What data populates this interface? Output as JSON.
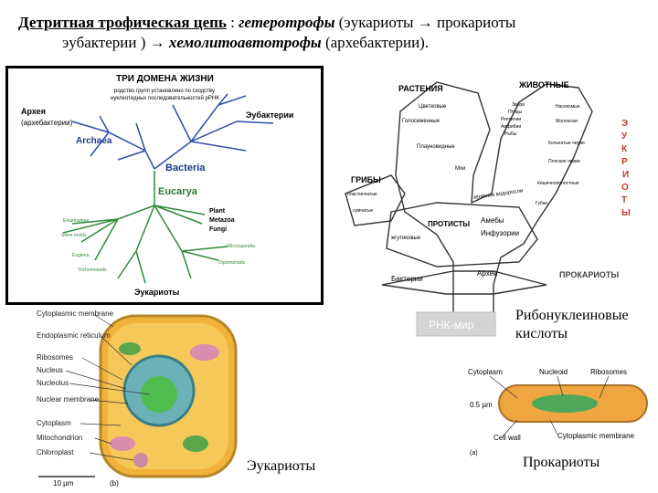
{
  "heading": {
    "part1": "Детритная трофическая цепь",
    "part2": " : ",
    "part3": "гетеротрофы",
    "part4": " (эукариоты → прокариоты",
    "part5": "эубактерии ) → ",
    "part6": "хемолитоавтотрофы",
    "part7": " (архебактерии)."
  },
  "tree_panel": {
    "title": "ТРИ ДОМЕНА ЖИЗНИ",
    "subtitle_1": "родство групп установлено по сходству",
    "subtitle_2": "нуклеотидных последовательностей рРНК",
    "archaea_ru": "Архея",
    "archaea_ru_2": "(архебактерии)",
    "archaea": "Archaea",
    "bacteria_ru": "Эубактерии",
    "bacteria": "Bacteria",
    "eucarya": "Eucarya",
    "eukaryotes_ru": "Эукариоты",
    "plant": "Plant",
    "metazoa": "Metazoa",
    "fungi": "Fungi"
  },
  "life_tree": {
    "plants": "РАСТЕНИЯ",
    "animals": "ЖИВОТНЫЕ",
    "fungi": "ГРИБЫ",
    "protists": "ПРОТИСТЫ",
    "bacteria": "Бактерии",
    "archaea": "Археи",
    "amoebae": "Амебы",
    "infusoria": "Инфузории",
    "rna_world": "РНК-мир",
    "prokaryotes": "ПРОКАРИОТЫ",
    "eukaryotes_vertical": [
      "Э",
      "У",
      "К",
      "Р",
      "И",
      "О",
      "Т",
      "Ы"
    ],
    "plant_groups": [
      "Цветковые",
      "Голосеменные",
      "Плауновидные",
      "Мхи"
    ],
    "animal_groups": [
      "Звери",
      "Птицы",
      "Рептилии",
      "Амфибии",
      "Рыбы",
      "Насекомые",
      "Моллюски",
      "Кольчатые черви",
      "Плоские черви",
      "Кишечнополостные",
      "Губки"
    ],
    "fungi_groups": [
      "пластинчатые",
      "сумчатые"
    ],
    "algae": "зеленые водоросли",
    "flagellates": "жгутиковые"
  },
  "ribonucleic": "Рибонуклеиновые кислоты",
  "euk_cell": {
    "labels": [
      "Cytoplasmic membrane",
      "Endoplasmic reticulum",
      "Ribosomes",
      "Nucleus",
      "Nucleolus",
      "Nuclear membrane",
      "Cytoplasm",
      "Mitochondrion",
      "Chloroplast"
    ],
    "scale": "10 µm",
    "panel": "(b)",
    "caption": "Эукариоты"
  },
  "prok_cell": {
    "cytoplasm": "Cytoplasm",
    "nucleoid": "Nucleoid",
    "ribosomes": "Ribosomes",
    "scale": "0.5 µm",
    "cell_wall": "Cell wall",
    "membrane": "Cytoplasmic membrane",
    "panel": "(a)",
    "caption": "Прокариоты"
  }
}
